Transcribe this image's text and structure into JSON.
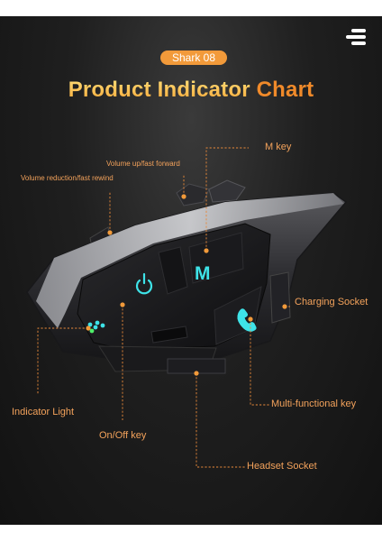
{
  "badge": "Shark 08",
  "title": {
    "part1": "Product Indicator ",
    "part2": "Chart"
  },
  "labels": {
    "m_key": "M key",
    "volume_up": "Volume up/fast forward",
    "volume_down": "Volume reduction/fast rewind",
    "charging_socket": "Charging Socket",
    "indicator_light": "Indicator Light",
    "multi_key": "Multi-functional key",
    "onoff_key": "On/Off  key",
    "headset_socket": "Headset Socket"
  },
  "button_icons": {
    "m_button": "M",
    "power_button": "power-icon",
    "phone_button": "phone-icon"
  },
  "colors": {
    "accent": "#f29a3a",
    "label": "#f3a25b",
    "button_glow": "#3ee3e8"
  }
}
